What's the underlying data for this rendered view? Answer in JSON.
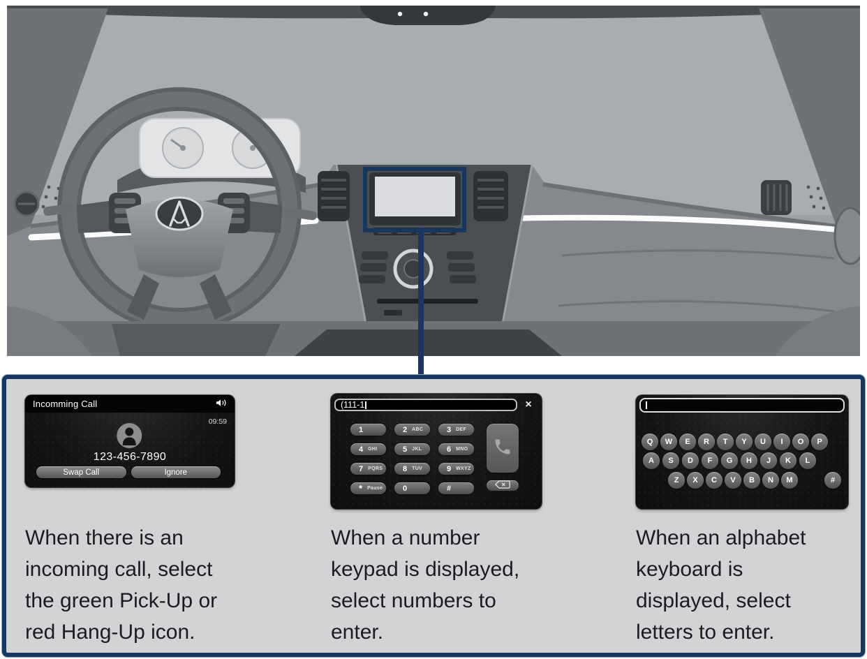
{
  "figure": {
    "type": "car-dashboard-illustration",
    "callout_color": "#17375f"
  },
  "screens": {
    "incoming_call": {
      "title": "Incomming Call",
      "time": "09:59",
      "caller_number": "123-456-7890",
      "buttons": {
        "swap": "Swap Call",
        "ignore": "Ignore"
      }
    },
    "number_keypad": {
      "input_value": "(111-1",
      "close_label": "×",
      "keys": [
        {
          "label": "1",
          "sub": ""
        },
        {
          "label": "2",
          "sub": "ABC"
        },
        {
          "label": "3",
          "sub": "DEF"
        },
        {
          "label": "4",
          "sub": "GHI"
        },
        {
          "label": "5",
          "sub": "JKL"
        },
        {
          "label": "6",
          "sub": "MNO"
        },
        {
          "label": "7",
          "sub": "PQRS"
        },
        {
          "label": "8",
          "sub": "TUV"
        },
        {
          "label": "9",
          "sub": "WXYZ"
        },
        {
          "label": "*",
          "sub": "Pause"
        },
        {
          "label": "0",
          "sub": ""
        },
        {
          "label": "#",
          "sub": ""
        }
      ]
    },
    "alphabet_keyboard": {
      "row1": [
        "Q",
        "W",
        "E",
        "R",
        "T",
        "Y",
        "U",
        "I",
        "O",
        "P"
      ],
      "row2": [
        "A",
        "S",
        "D",
        "F",
        "G",
        "H",
        "J",
        "K",
        "L"
      ],
      "row3": [
        "Z",
        "X",
        "C",
        "V",
        "B",
        "N",
        "M"
      ],
      "hash_key": "#"
    }
  },
  "captions": [
    {
      "lines": [
        "When there is an",
        "incoming call, select",
        "the green Pick-Up or",
        "red Hang-Up icon."
      ]
    },
    {
      "lines": [
        "When a number",
        "keypad is displayed,",
        "select numbers to",
        "enter."
      ]
    },
    {
      "lines": [
        "When an alphabet",
        "keyboard is",
        "displayed, select",
        "letters to enter."
      ]
    }
  ],
  "colors": {
    "accent_navy": "#17375f",
    "panel_bg": "#d1d3d5"
  }
}
